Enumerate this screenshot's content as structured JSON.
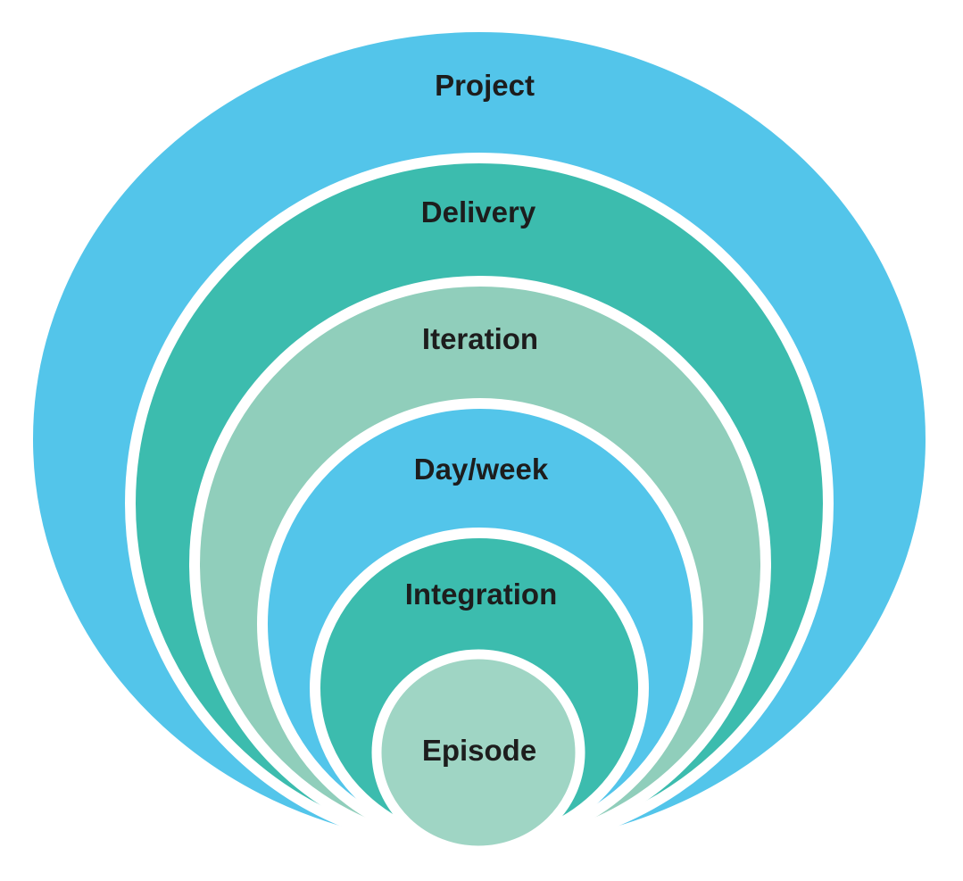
{
  "diagram": {
    "type": "nested-circles-onion",
    "background_color": "#ffffff",
    "separator_color": "#ffffff",
    "text_color": "#1d1d1d",
    "palette": {
      "blue": "#53c5ea",
      "teal": "#3cbcae",
      "sage": "#90cebb",
      "light_sage": "#9fd5c4"
    },
    "rings": [
      {
        "label": "Project",
        "color": "#53c5ea"
      },
      {
        "label": "Delivery",
        "color": "#3cbcae"
      },
      {
        "label": "Iteration",
        "color": "#90cebb"
      },
      {
        "label": "Day/week",
        "color": "#53c5ea"
      },
      {
        "label": "Integration",
        "color": "#3cbcae"
      },
      {
        "label": "Episode",
        "color": "#9fd5c4"
      }
    ]
  }
}
